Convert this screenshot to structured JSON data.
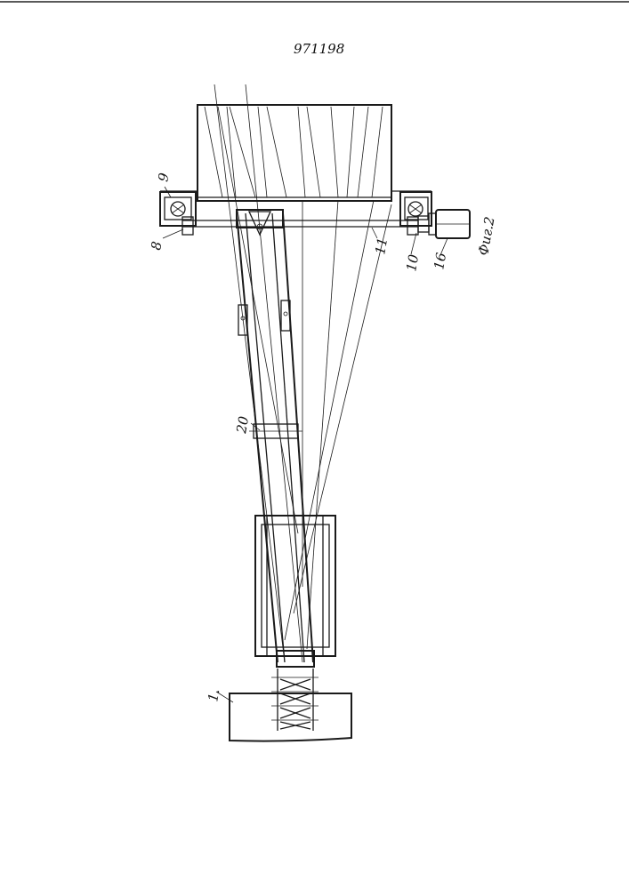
{
  "patent_number": "971198",
  "figure_caption": "Фиг.2",
  "labels": {
    "l9": "9",
    "l8": "8",
    "l11": "11",
    "l10": "10",
    "l16": "16",
    "l20": "20",
    "l1": "1."
  }
}
